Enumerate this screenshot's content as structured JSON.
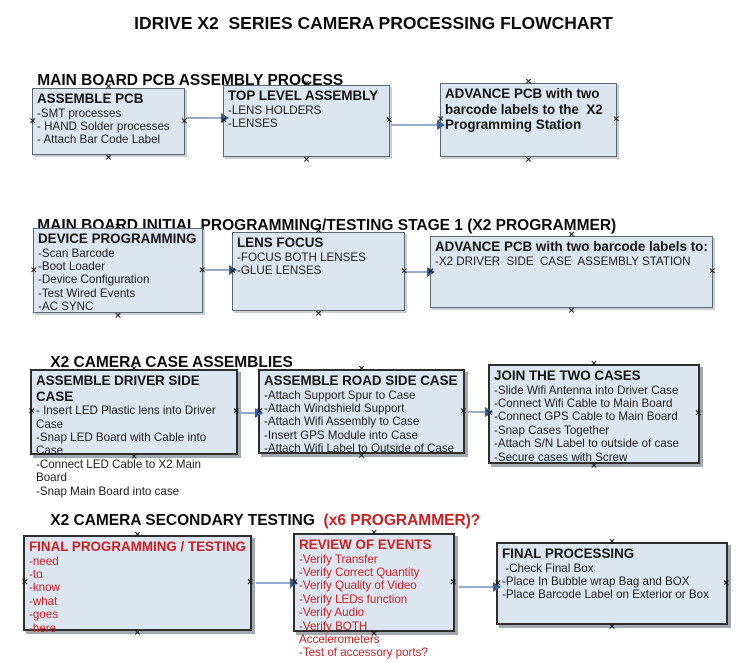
{
  "title": "IDRIVE X2  SERIES CAMERA PROCESSING FLOWCHART",
  "colors": {
    "box_fill": "#dde5f1",
    "box_border_light": "#5d6673",
    "box_border_dark": "#2e2e2e",
    "arrow_line": "#97aac8",
    "arrow_head": "#3d5e95",
    "red_text": "#cc2020",
    "black_text": "#141414"
  },
  "sections": [
    {
      "heading": "MAIN BOARD PCB ASSEMBLY PROCESS",
      "heading_red": "",
      "boxes": [
        {
          "title": "ASSEMBLE PCB",
          "items": [
            "-SMT processes",
            "- HAND Solder processes",
            "- Attach Bar Code Label"
          ]
        },
        {
          "title": "TOP LEVEL ASSEMBLY",
          "items": [
            "-LENS HOLDERS",
            "-LENSES"
          ]
        },
        {
          "title": "ADVANCE PCB with two barcode labels to the  X2 Programming Station",
          "items": []
        }
      ]
    },
    {
      "heading": "MAIN BOARD INITIAL PROGRAMMING/TESTING STAGE 1 (X2 PROGRAMMER)",
      "heading_red": "",
      "boxes": [
        {
          "title": "DEVICE PROGRAMMING",
          "items": [
            "-Scan Barcode",
            "-Boot Loader",
            "-Device Configuration",
            "-Test Wired Events",
            "-AC SYNC"
          ]
        },
        {
          "title": "LENS FOCUS",
          "items": [
            "-FOCUS BOTH LENSES",
            "-GLUE LENSES"
          ]
        },
        {
          "title": "ADVANCE PCB with two barcode labels to:",
          "items": [
            "-X2 DRIVER  SIDE  CASE  ASSEMBLY STATION"
          ]
        }
      ]
    },
    {
      "heading": "X2 CAMERA CASE ASSEMBLIES",
      "heading_red": "",
      "boxes": [
        {
          "title": "ASSEMBLE DRIVER SIDE CASE",
          "items": [
            "- Insert LED Plastic lens into Driver Case",
            "-Snap LED Board with Cable into Case",
            "-Connect LED Cable to X2 Main Board",
            "-Snap Main Board into case"
          ]
        },
        {
          "title": "ASSEMBLE ROAD SIDE CASE",
          "items": [
            "-Attach Support Spur to Case",
            "-Attach Windshield Support",
            "-Attach Wifi Assembly to Case",
            "-Insert GPS Module into Case",
            "-Attach Wifi Label to Outside of Case"
          ]
        },
        {
          "title": "JOIN THE TWO CASES",
          "items": [
            "-Slide Wifi Antenna into Driver Case",
            "-Connect Wifi Cable to Main Board",
            "-Connect GPS Cable to Main Board",
            "-Snap Cases Together",
            "-Attach S/N Label to outside of case",
            "-Secure cases with Screw"
          ]
        }
      ]
    },
    {
      "heading": "X2 CAMERA SECONDARY TESTING ",
      "heading_red": " (x6 PROGRAMMER)?",
      "boxes": [
        {
          "title": "FINAL PROGRAMMING / TESTING",
          "items": [
            "-need",
            "-to",
            "-know",
            "-what",
            "-goes",
            "-here"
          ]
        },
        {
          "title": "REVIEW OF EVENTS",
          "items": [
            "-Verify Transfer",
            "-Verify Correct Quantity",
            "-Verify Quality of Video",
            "-Verify LEDs function",
            "-Verify Audio",
            "-Verify BOTH Accelerometers",
            "-Test of accessory ports?"
          ]
        },
        {
          "title": "FINAL PROCESSING",
          "items": [
            " -Check Final Box",
            "-Place In Bubble wrap Bag and BOX",
            "-Place Barcode Label on Exterior or Box"
          ]
        }
      ]
    }
  ]
}
